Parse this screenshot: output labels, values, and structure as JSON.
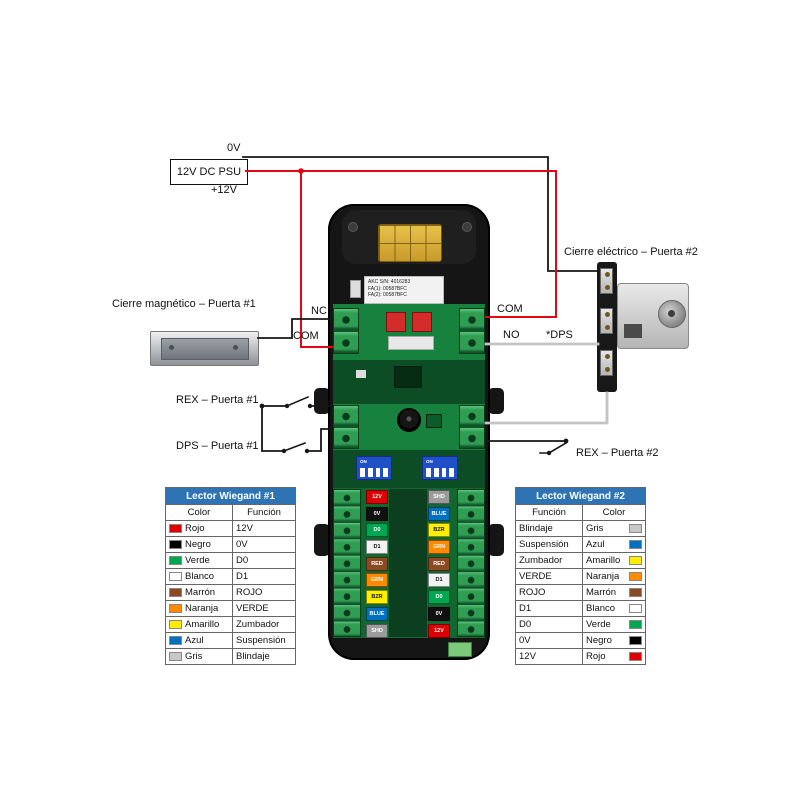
{
  "colors": {
    "table_header_bg": "#2e74b5",
    "wire_red": "#e30613",
    "wire_black": "#161616",
    "wire_gray": "#c4c4c4"
  },
  "psu": {
    "label": "12V DC PSU",
    "top_label": "0V",
    "bottom_label": "+12V"
  },
  "labels": {
    "maglock": "Cierre magnético – Puerta #1",
    "strike": "Cierre eléctrico – Puerta #2",
    "nc": "NC",
    "com_left": "COM",
    "com_right": "COM",
    "no": "NO",
    "dps_star": "*DPS",
    "rex1": "REX – Puerta #1",
    "dps1": "DPS – Puerta #1",
    "rex2": "REX – Puerta #2"
  },
  "board": {
    "serial_line1": "AKC S/N: 4016283",
    "serial_line2": "FA(1): 00587BFC",
    "serial_line3": "FA(2): 00587BFC",
    "dip_on": "ON",
    "wire_tags_left": [
      {
        "label": "12V",
        "hex": "#dd0000",
        "fg": "#ffffff"
      },
      {
        "label": "0V",
        "hex": "#111111",
        "fg": "#ffffff"
      },
      {
        "label": "D0",
        "hex": "#00a650",
        "fg": "#ffffff"
      },
      {
        "label": "D1",
        "hex": "#f2f2f2",
        "fg": "#111111"
      },
      {
        "label": "RED",
        "hex": "#8a4b22",
        "fg": "#ffffff"
      },
      {
        "label": "GRN",
        "hex": "#ff8a00",
        "fg": "#ffffff"
      },
      {
        "label": "BZR",
        "hex": "#ffee00",
        "fg": "#111111"
      },
      {
        "label": "BLUE",
        "hex": "#0070c0",
        "fg": "#ffffff"
      },
      {
        "label": "SHD",
        "hex": "#9b9b9b",
        "fg": "#ffffff"
      }
    ],
    "wire_tags_right": [
      {
        "label": "SHD",
        "hex": "#9b9b9b",
        "fg": "#ffffff"
      },
      {
        "label": "BLUE",
        "hex": "#0070c0",
        "fg": "#ffffff"
      },
      {
        "label": "BZR",
        "hex": "#ffee00",
        "fg": "#111111"
      },
      {
        "label": "GRN",
        "hex": "#ff8a00",
        "fg": "#ffffff"
      },
      {
        "label": "RED",
        "hex": "#8a4b22",
        "fg": "#ffffff"
      },
      {
        "label": "D1",
        "hex": "#f2f2f2",
        "fg": "#111111"
      },
      {
        "label": "D0",
        "hex": "#00a650",
        "fg": "#ffffff"
      },
      {
        "label": "0V",
        "hex": "#111111",
        "fg": "#ffffff"
      },
      {
        "label": "12V",
        "hex": "#dd0000",
        "fg": "#ffffff"
      }
    ]
  },
  "tables": [
    {
      "title": "Lector Wiegand #1",
      "col1": "Color",
      "col2": "Función",
      "rows": [
        {
          "color_name": "Rojo",
          "hex": "#dd0000",
          "function": "12V"
        },
        {
          "color_name": "Negro",
          "hex": "#000000",
          "function": "0V"
        },
        {
          "color_name": "Verde",
          "hex": "#00a650",
          "function": "D0"
        },
        {
          "color_name": "Blanco",
          "hex": "#ffffff",
          "function": "D1"
        },
        {
          "color_name": "Marrón",
          "hex": "#8a4b22",
          "function": "ROJO"
        },
        {
          "color_name": "Naranja",
          "hex": "#ff8a00",
          "function": "VERDE"
        },
        {
          "color_name": "Amarillo",
          "hex": "#ffee00",
          "function": "Zumbador"
        },
        {
          "color_name": "Azul",
          "hex": "#0070c0",
          "function": "Suspensión"
        },
        {
          "color_name": "Gris",
          "hex": "#c8c8c8",
          "function": "Blindaje"
        }
      ]
    },
    {
      "title": "Lector Wiegand #2",
      "col1": "Función",
      "col2": "Color",
      "rows": [
        {
          "function": "Blindaje",
          "color_name": "Gris",
          "hex": "#c8c8c8"
        },
        {
          "function": "Suspensión",
          "color_name": "Azul",
          "hex": "#0070c0"
        },
        {
          "function": "Zumbador",
          "color_name": "Amarillo",
          "hex": "#ffee00"
        },
        {
          "function": "VERDE",
          "color_name": "Naranja",
          "hex": "#ff8a00"
        },
        {
          "function": "ROJO",
          "color_name": "Marrón",
          "hex": "#8a4b22"
        },
        {
          "function": "D1",
          "color_name": "Blanco",
          "hex": "#ffffff"
        },
        {
          "function": "D0",
          "color_name": "Verde",
          "hex": "#00a650"
        },
        {
          "function": "0V",
          "color_name": "Negro",
          "hex": "#000000"
        },
        {
          "function": "12V",
          "color_name": "Rojo",
          "hex": "#dd0000"
        }
      ]
    }
  ]
}
